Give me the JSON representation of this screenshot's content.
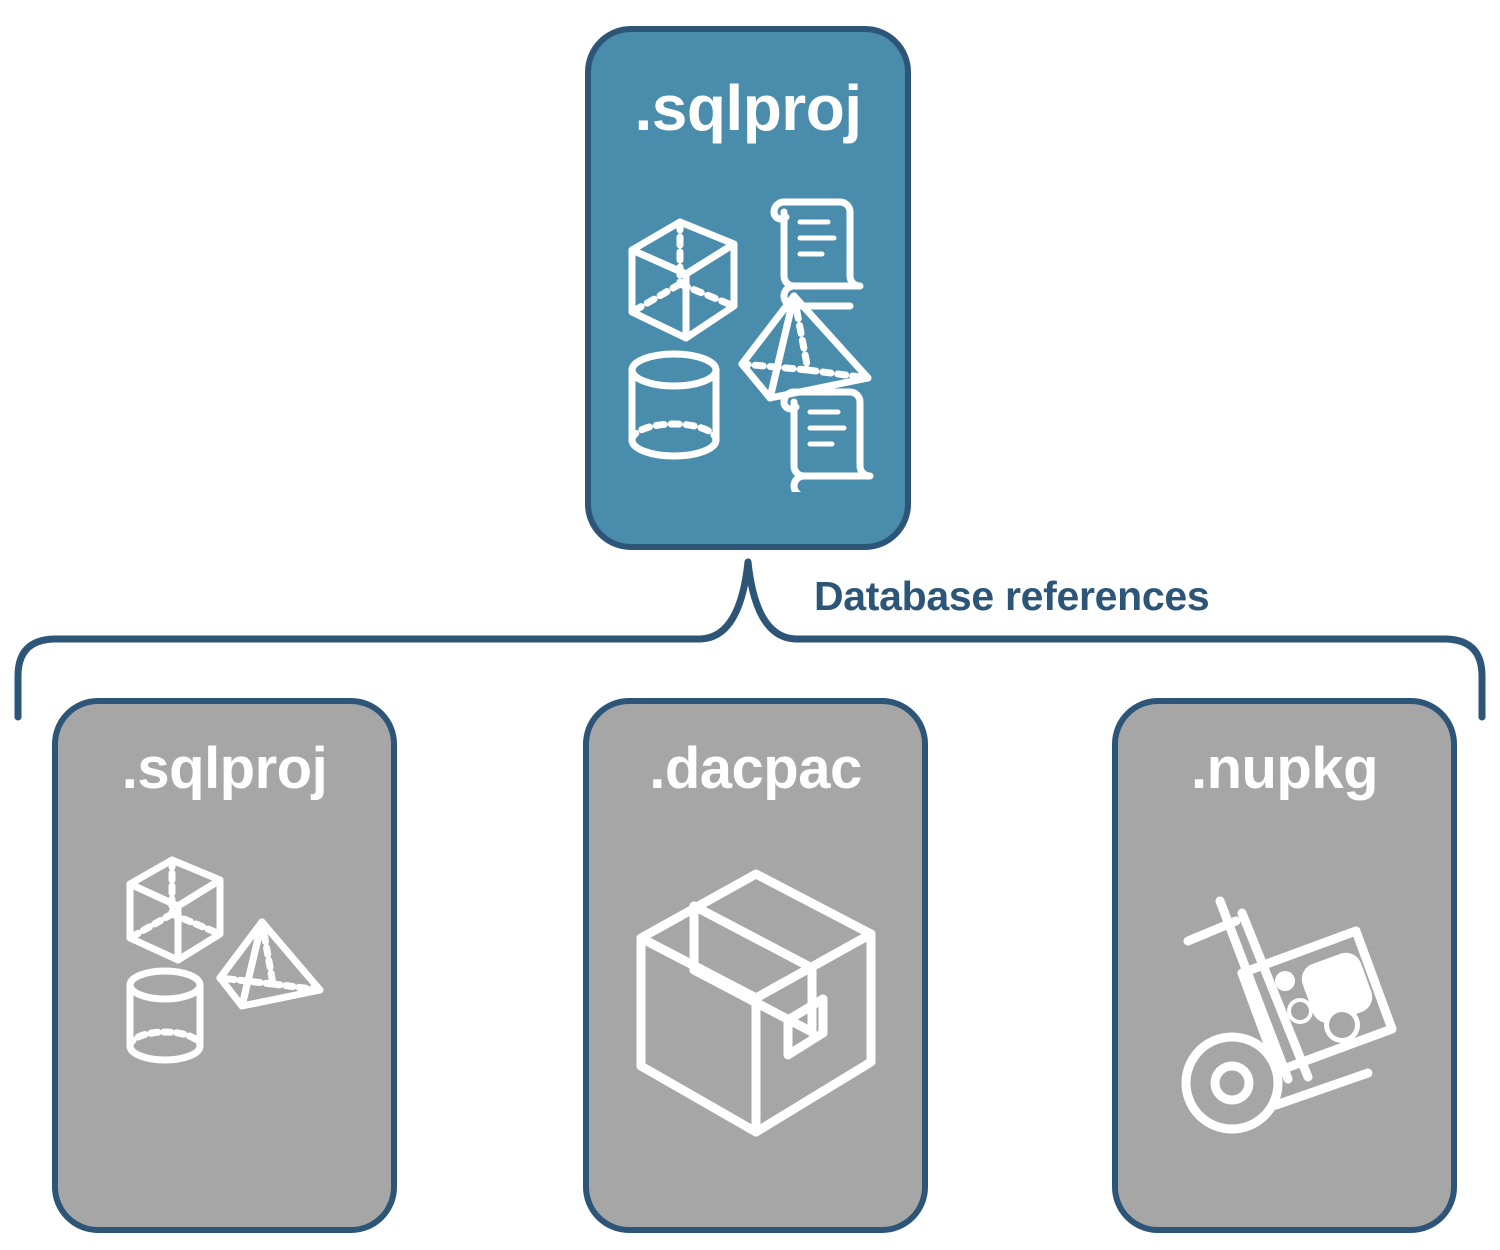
{
  "diagram": {
    "title": "Database references",
    "type": "hierarchy-brace",
    "colors": {
      "accent_fill": "#4a8cac",
      "neutral_fill": "#a6a6a6",
      "stroke": "#2c5578",
      "icon": "#ffffff",
      "background": "#ffffff"
    },
    "connector": {
      "label": "Database references",
      "style": "curly-brace",
      "label_color": "#2c5578"
    }
  },
  "parent": {
    "label": ".sqlproj",
    "fill": "#4a8cac",
    "icons": [
      "cube-wireframe-icon",
      "scroll-script-icon",
      "pyramid-wireframe-icon",
      "cylinder-wireframe-icon",
      "scroll-script-icon"
    ]
  },
  "children": [
    {
      "label": ".sqlproj",
      "fill": "#a6a6a6",
      "icons": [
        "cube-wireframe-icon",
        "pyramid-wireframe-icon",
        "cylinder-wireframe-icon"
      ]
    },
    {
      "label": ".dacpac",
      "fill": "#a6a6a6",
      "icons": [
        "shipping-box-icon"
      ]
    },
    {
      "label": ".nupkg",
      "fill": "#a6a6a6",
      "icons": [
        "hand-truck-package-icon"
      ]
    }
  ]
}
